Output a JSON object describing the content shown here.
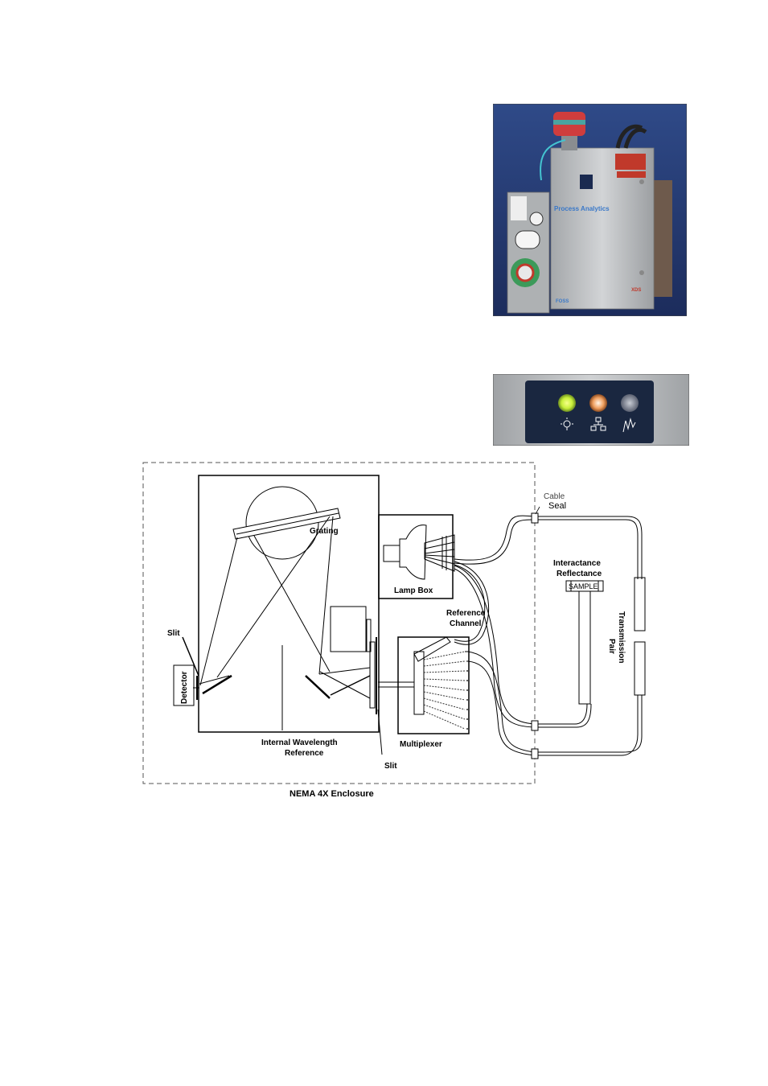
{
  "photo": {
    "brand_center": "Process Analytics",
    "brand_left": "FOSS",
    "brand_right": "XDS"
  },
  "diagram": {
    "labels": {
      "grating": "Grating",
      "lamp_box": "Lamp Box",
      "slit_left": "Slit",
      "detector": "Detector",
      "reference_channel_1": "Reference",
      "reference_channel_2": "Channel",
      "internal_ref_1": "Internal Wavelength",
      "internal_ref_2": "Reference",
      "slit_bottom": "Slit",
      "multiplexer": "Multiplexer",
      "cable": "Cable",
      "seal": "Seal",
      "interactance": "Interactance",
      "reflectance": "Reflectance",
      "sample": "SAMPLE",
      "transmission_1": "Transmission",
      "transmission_2": "Pair",
      "enclosure": "NEMA 4X Enclosure"
    }
  },
  "colors": {
    "panel_blue": "#1a2740",
    "steel": "#b9bcbf",
    "led_green": "#c8f03a",
    "led_orange": "#f0a060"
  }
}
